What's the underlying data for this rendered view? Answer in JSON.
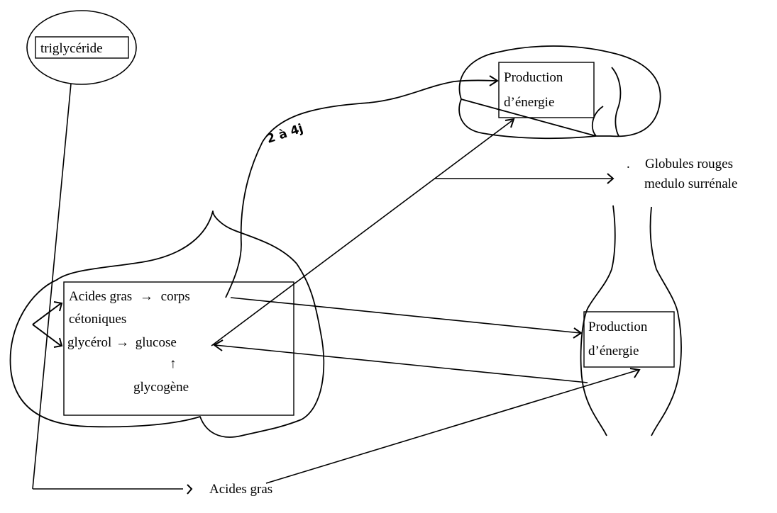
{
  "diagram": {
    "triglyceride_label": "triglycéride",
    "liver": {
      "line1_a": "Acides gras",
      "line1_b": "corps",
      "line2": "cétoniques",
      "line3_a": "glycérol",
      "line3_b": "glucose",
      "line4": "glycogène",
      "arrow_glyph": "→",
      "up_arrow_glyph": "↑"
    },
    "brain": {
      "box_line1": "Production",
      "box_line2": "d’énergie"
    },
    "muscle": {
      "box_line1": "Production",
      "box_line2": "d’énergie"
    },
    "other_tissues": {
      "line1": "Globules rouges",
      "line2": "medulo surrénale"
    },
    "free_fatty_acids": "Acides gras",
    "handwritten_duration": "2 à 4j"
  }
}
